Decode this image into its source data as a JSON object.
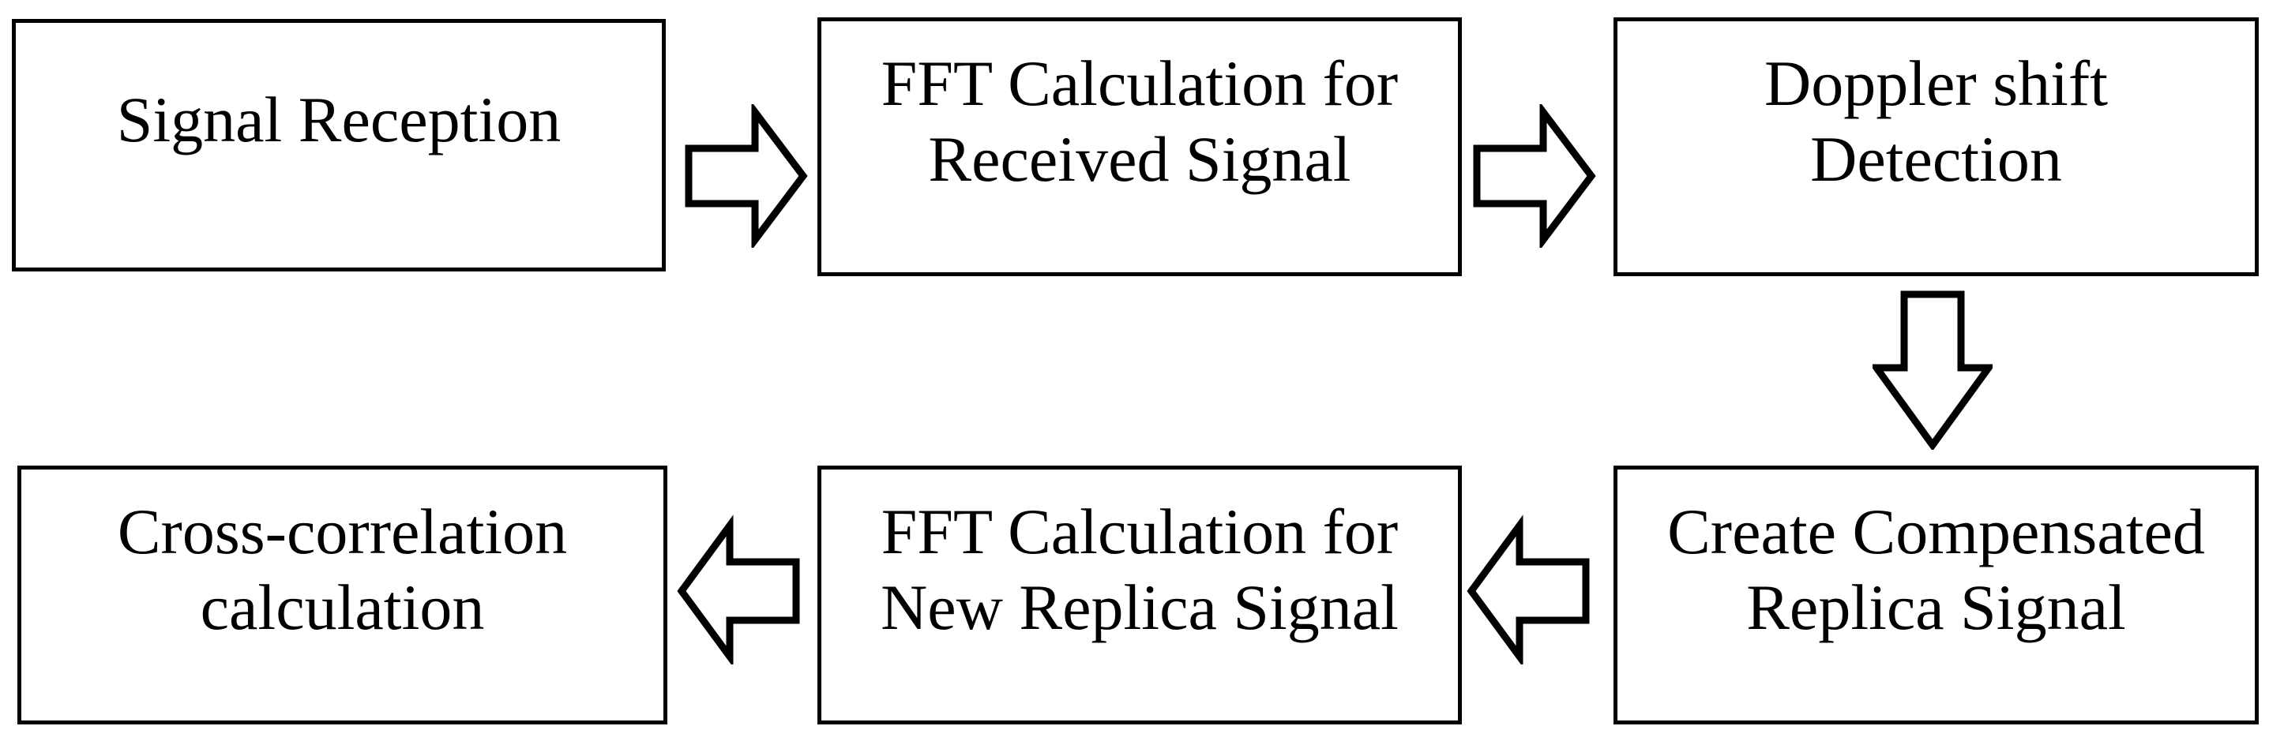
{
  "diagram": {
    "type": "flowchart",
    "colors": {
      "background": "#ffffff",
      "box_fill": "#ffffff",
      "line": "#000000",
      "text": "#000000"
    },
    "boxes": {
      "signal_reception": {
        "line1": "Signal Reception"
      },
      "fft_received": {
        "line1": "FFT Calculation for",
        "line2": "Received Signal"
      },
      "doppler_shift": {
        "line1": "Doppler shift",
        "line2": "Detection"
      },
      "create_compensated": {
        "line1": "Create Compensated",
        "line2": "Replica Signal"
      },
      "fft_new_replica": {
        "line1": "FFT Calculation for",
        "line2": "New Replica Signal"
      },
      "cross_correlation": {
        "line1": "Cross-correlation",
        "line2": "calculation"
      }
    },
    "arrows": [
      {
        "id": "arrow-reception-to-fft",
        "direction": "right",
        "from": "signal_reception",
        "to": "fft_received"
      },
      {
        "id": "arrow-fft-to-doppler",
        "direction": "right",
        "from": "fft_received",
        "to": "doppler_shift"
      },
      {
        "id": "arrow-doppler-down",
        "direction": "down",
        "from": "doppler_shift",
        "to": "create_compensated"
      },
      {
        "id": "arrow-create-to-fftnew",
        "direction": "left",
        "from": "create_compensated",
        "to": "fft_new_replica"
      },
      {
        "id": "arrow-fftnew-to-cross",
        "direction": "left",
        "from": "fft_new_replica",
        "to": "cross_correlation"
      }
    ]
  }
}
